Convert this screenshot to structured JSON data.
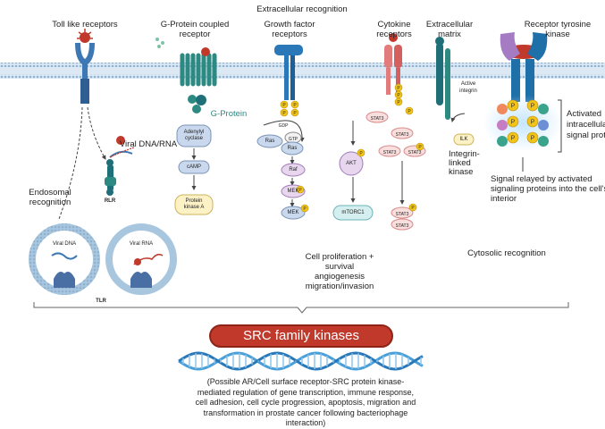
{
  "labels": {
    "extracellular_recognition": "Extracellular recognition",
    "toll_like_receptors": "Toll like receptors",
    "gpcr_line1": "G-Protein coupled",
    "gpcr_line2": "receptor",
    "growth_factor_line1": "Growth factor",
    "growth_factor_line2": "receptors",
    "cytokine_line1": "Cytokine",
    "cytokine_line2": "receptors",
    "ecm_line1": "Extracellular",
    "ecm_line2": "matrix",
    "rtk_line1": "Receptor tyrosine",
    "rtk_line2": "kinase",
    "g_protein": "G-Protein",
    "adenylyl_line1": "Adenylyl",
    "adenylyl_line2": "cyclase",
    "camp": "cAMP",
    "pka_line1": "Protein",
    "pka_line2": "kinase A",
    "viral_dna_rna": "Viral DNA/RNA",
    "endosomal_line1": "Endosomal",
    "endosomal_line2": "recognition",
    "rlr": "RLR",
    "viral_dna": "Viral DNA",
    "viral_rna": "Viral RNA",
    "tlr": "TLR",
    "gdp": "GDP",
    "gtp": "GTP",
    "ras": "Ras",
    "raf": "Raf",
    "mek": "MEK",
    "akt": "AKT",
    "mtorc1": "mTORC1",
    "stat3": "STAT3",
    "phospho": "P",
    "active_integrin_line1": "Active",
    "active_integrin_line2": "integrin",
    "ilk": "ILK",
    "integrin_linked_line1": "Integrin-",
    "integrin_linked_line2": "linked",
    "integrin_linked_line3": "kinase",
    "activated_line1": "Activated",
    "activated_line2": "intracellular",
    "activated_line3": "signal proteins",
    "relayed_line1": "Signal relayed by activated",
    "relayed_line2": "signaling proteins into the cell's",
    "relayed_line3": "interior",
    "outcome_line1": "Cell proliferation +",
    "outcome_line2": "survival",
    "outcome_line3": "angiogenesis",
    "outcome_line4": "migration/invasion",
    "cytosolic_recognition": "Cytosolic recognition",
    "src_family_kinases": "SRC family kinases",
    "caption": "(Possible AR/Cell surface receptor-SRC protein kinase-mediated regulation of gene transcription, immune response, cell adhesion, cell cycle progression, apoptosis, migration and transformation in prostate cancer following bacteriophage interaction)"
  },
  "colors": {
    "membrane": "#a9c6df",
    "tlr": "#3d78b5",
    "gpcr": "#2d8a82",
    "growth_factor": "#2a78b8",
    "cytokine": "#e27b7b",
    "integrin": "#1f6f78",
    "rtk": "#1f6fa8",
    "virus": "#c0392b",
    "phospho": "#f2c318",
    "src_banner": "#c0392b",
    "dna": "#4a9fd8"
  }
}
